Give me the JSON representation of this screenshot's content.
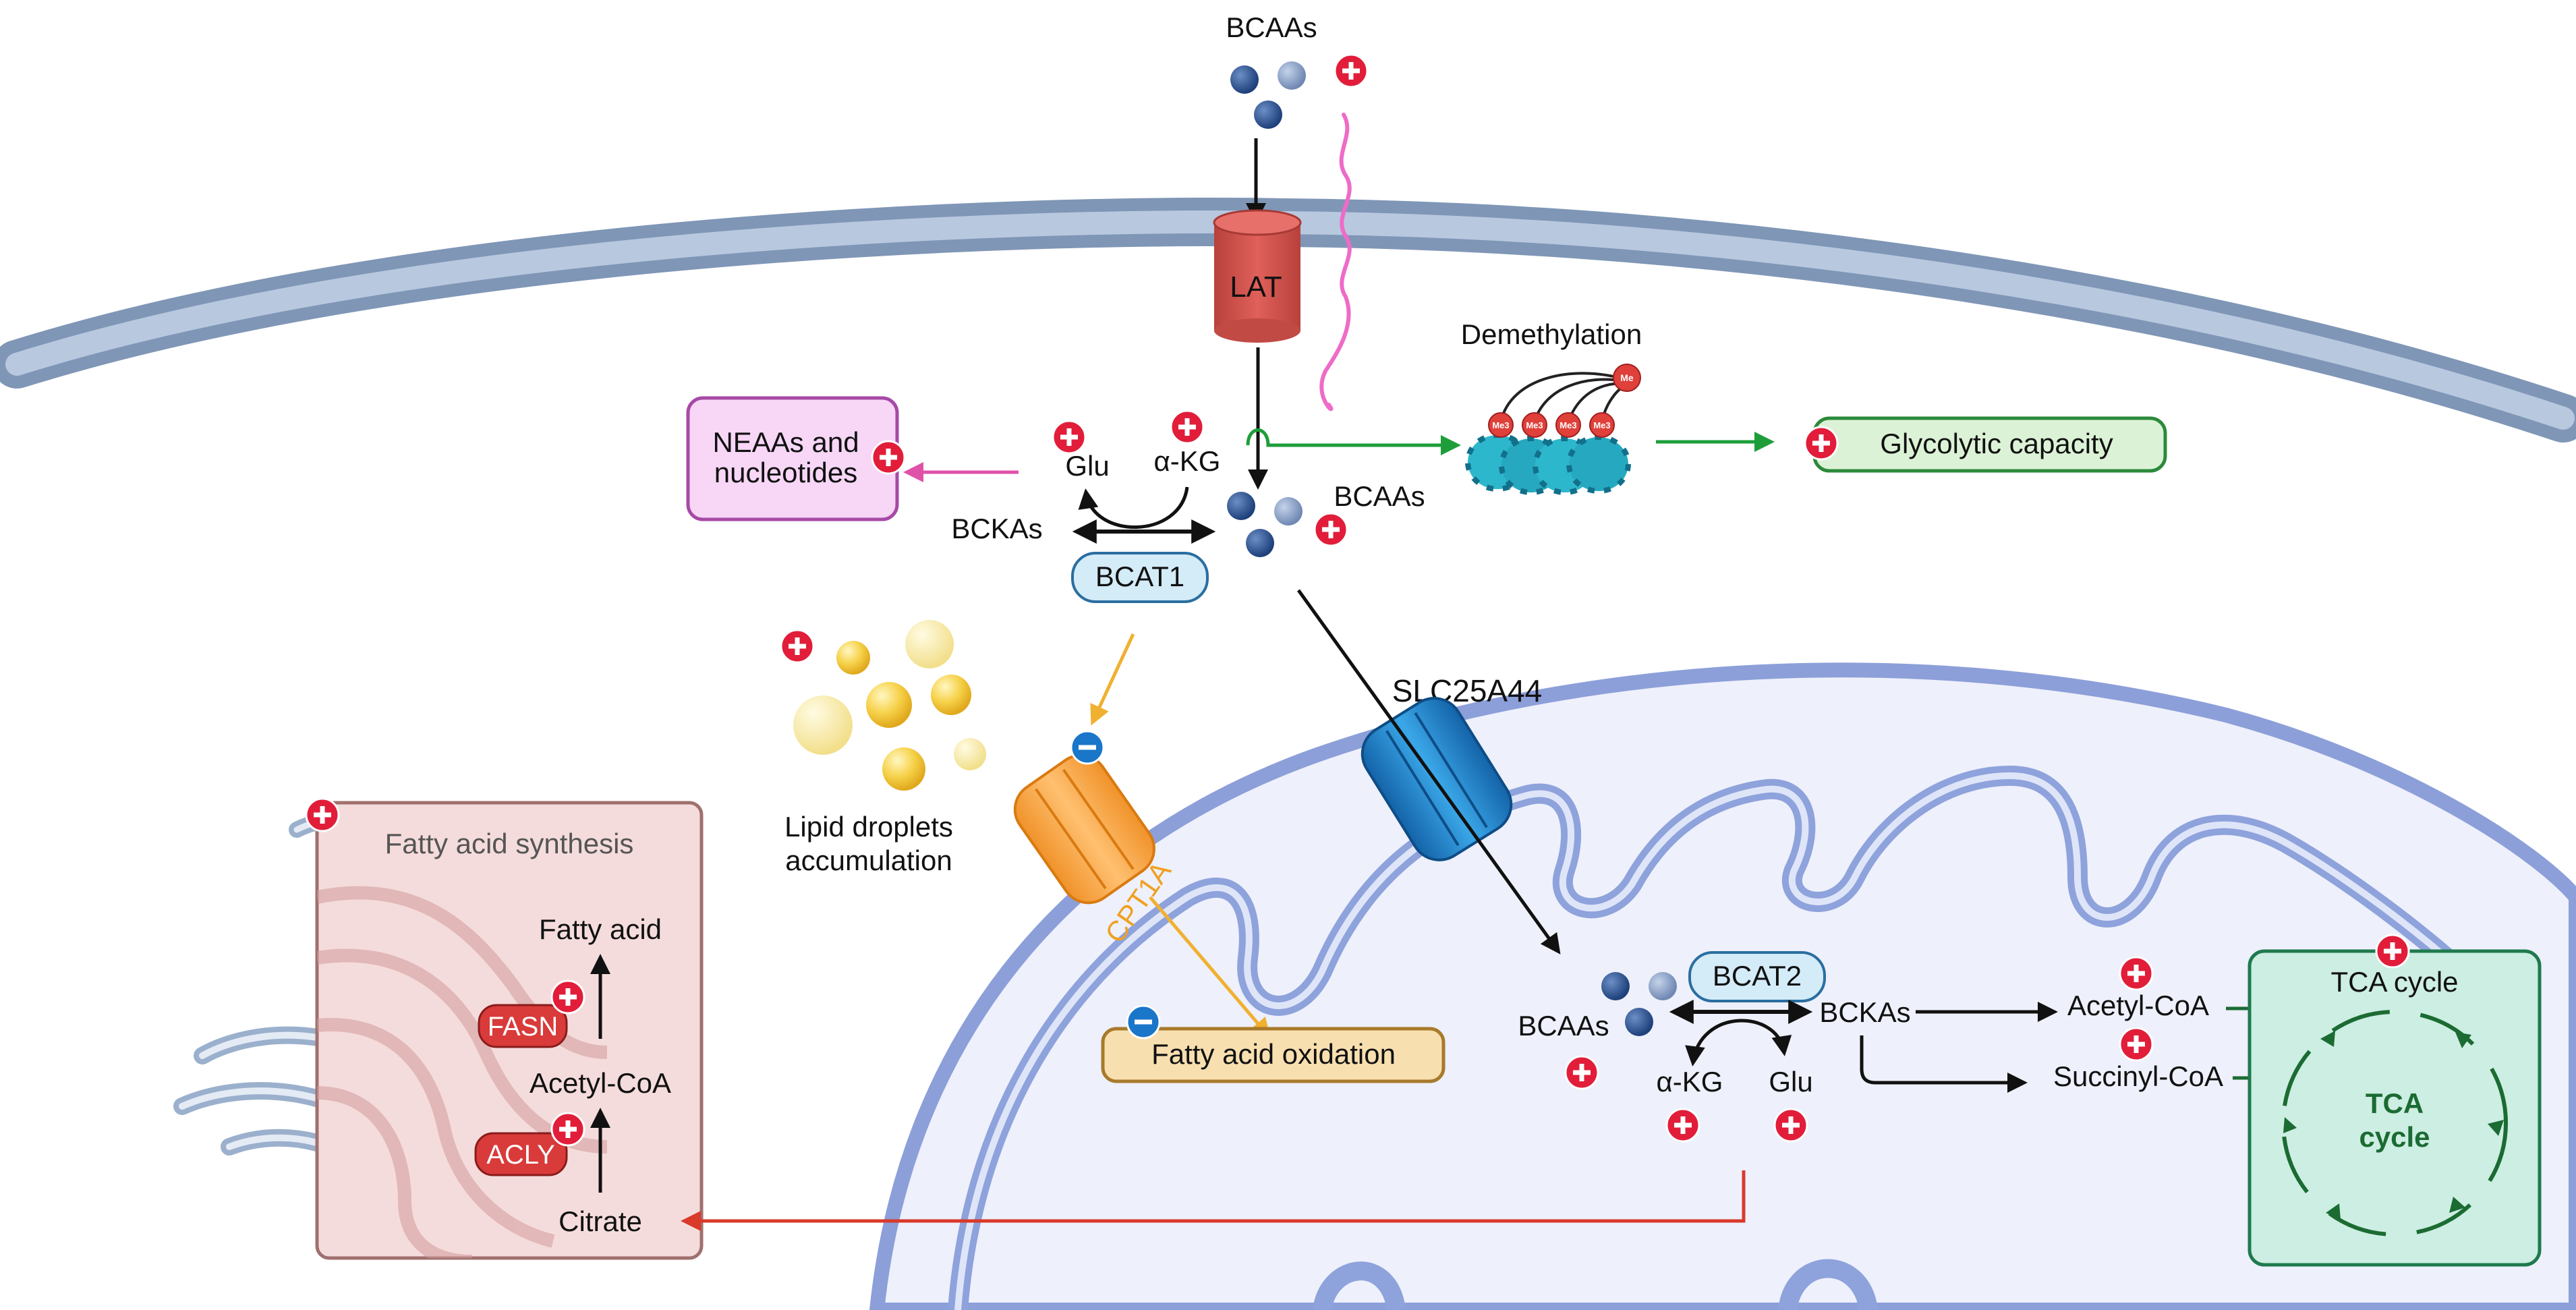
{
  "colors": {
    "membrane": "#8ea4c2",
    "membrane_core": "#b9c8de",
    "mito_fill": "#eef0fb",
    "mito_outer": "#8c9fd9",
    "er_fill": "#f5dcdc",
    "er_border": "#a0706e",
    "plus": "#e11d3a",
    "minus": "#1976c9",
    "green_arrow": "#1e9e3a",
    "pink_arrow": "#e052a8",
    "orange_arrow": "#f0b030",
    "red_arrow": "#d93a2b",
    "tca_fill": "#cdeee2",
    "tca_border": "#1f7a4e"
  },
  "transporters": {
    "lat": "LAT",
    "slc": "SLC25A44",
    "cpt1a": "CPT1A"
  },
  "top": {
    "bcaas": "BCAAs",
    "demethylation": "Demethylation",
    "glycolytic_capacity": "Glycolytic capacity",
    "histone_mark": "Me3",
    "me_mark": "Me"
  },
  "cytosol": {
    "neaas_line1": "NEAAs and",
    "neaas_line2": "nucleotides",
    "glu": "Glu",
    "akg": "α-KG",
    "bckas": "BCKAs",
    "bcat1": "BCAT1",
    "bcaas": "BCAAs",
    "lipid_line1": "Lipid droplets",
    "lipid_line2": "accumulation"
  },
  "mito": {
    "fao": "Fatty acid oxidation",
    "bcat2": "BCAT2",
    "bcaas": "BCAAs",
    "bckas": "BCKAs",
    "akg": "α-KG",
    "glu": "Glu",
    "acetyl_coa": "Acetyl-CoA",
    "succinyl_coa": "Succinyl-CoA",
    "tca_title": "TCA cycle",
    "tca_center_line1": "TCA",
    "tca_center_line2": "cycle"
  },
  "fas": {
    "title": "Fatty acid synthesis",
    "fatty_acid": "Fatty acid",
    "fasn": "FASN",
    "acetyl_coa": "Acetyl-CoA",
    "acly": "ACLY",
    "citrate": "Citrate"
  }
}
